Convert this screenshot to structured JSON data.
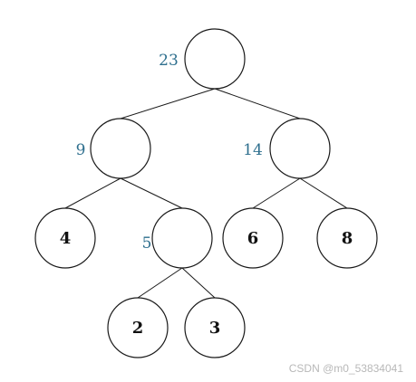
{
  "tree": {
    "nodes": [
      {
        "id": "root",
        "weight": "23",
        "value": ""
      },
      {
        "id": "n9",
        "weight": "9",
        "value": ""
      },
      {
        "id": "n14",
        "weight": "14",
        "value": ""
      },
      {
        "id": "n4",
        "weight": "",
        "value": "4"
      },
      {
        "id": "n5",
        "weight": "5",
        "value": ""
      },
      {
        "id": "n6",
        "weight": "",
        "value": "6"
      },
      {
        "id": "n8",
        "weight": "",
        "value": "8"
      },
      {
        "id": "n2",
        "weight": "",
        "value": "2"
      },
      {
        "id": "n3",
        "weight": "",
        "value": "3"
      }
    ],
    "edges": [
      [
        "root",
        "n9"
      ],
      [
        "root",
        "n14"
      ],
      [
        "n9",
        "n4"
      ],
      [
        "n9",
        "n5"
      ],
      [
        "n14",
        "n6"
      ],
      [
        "n14",
        "n8"
      ],
      [
        "n5",
        "n2"
      ],
      [
        "n5",
        "n3"
      ]
    ],
    "colors": {
      "weight_label": "#2e6f8e",
      "stroke": "#1a1a1a"
    }
  },
  "watermark": "CSDN @m0_53834041"
}
